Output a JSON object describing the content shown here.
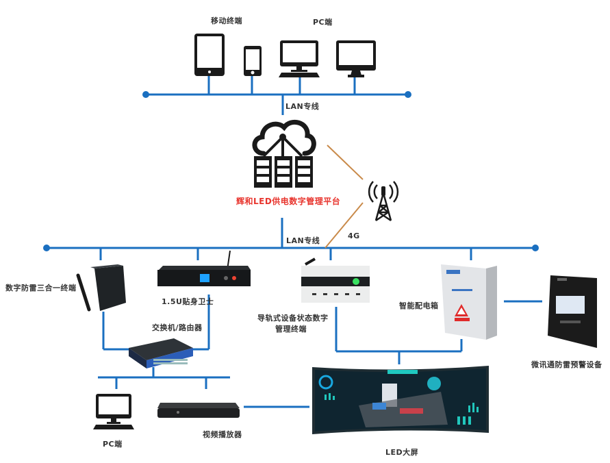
{
  "diagram": {
    "top_group": {
      "mobile_label": "移动终端",
      "pc_label": "PC端",
      "devices": [
        "tablet",
        "smartphone",
        "desktop-computer",
        "monitor"
      ]
    },
    "lan_label_top": "LAN专线",
    "platform_label": "辉和LED供电数字管理平台",
    "lan_label_mid": "LAN专线",
    "wireless_label": "4G",
    "devices": {
      "lightning_terminal": "数字防雷三合一终端",
      "guard_1_5u": "1.5U贴身卫士",
      "switch_router": "交换机/路由器",
      "rail_terminal_line1": "导轨式设备状态数字",
      "rail_terminal_line2": "管理终端",
      "smart_distribution_box": "智能配电箱",
      "warning_device": "微讯通防雷预警设备",
      "pc": "PC端",
      "video_player": "视频播放器",
      "led_screen": "LED大屏"
    },
    "colors": {
      "lan": "#1a6fc0",
      "wireless": "#c98a4a",
      "platform_text": "#e8352e",
      "icon": "#1a1a1a"
    }
  }
}
